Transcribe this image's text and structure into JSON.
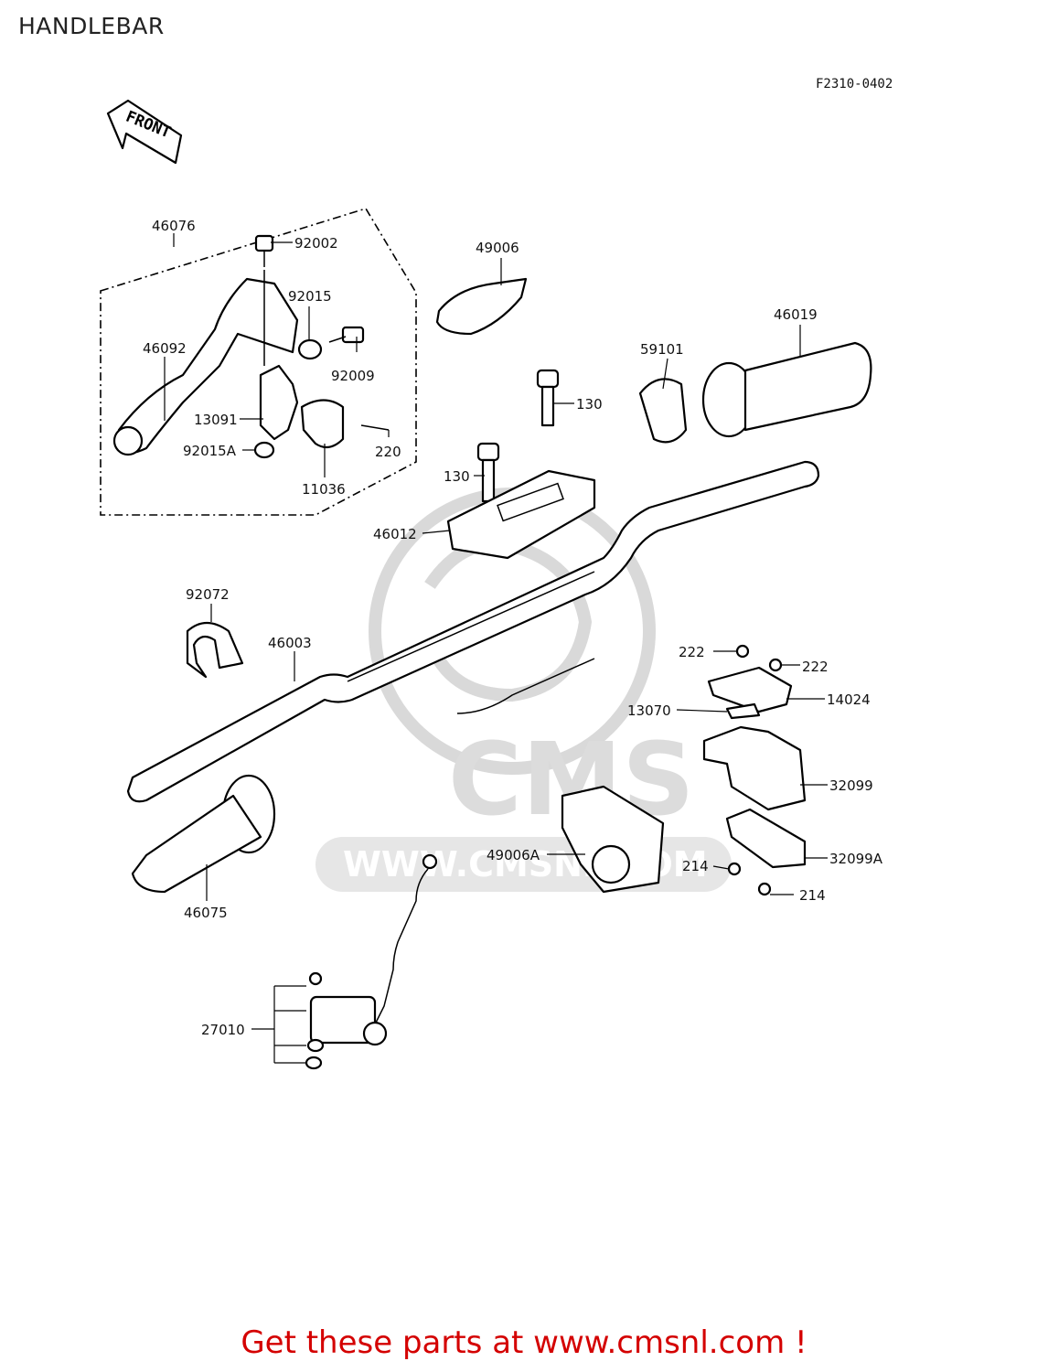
{
  "title": "HANDLEBAR",
  "figure_code": "F2310-0402",
  "front_label": "FRONT",
  "watermark": {
    "brand": "CMS",
    "url_text": "WWW.CMSNL.COM"
  },
  "cta": "Get these parts at www.cmsnl.com !",
  "colors": {
    "cta": "#d40000",
    "watermark": "#dcdcdc",
    "line": "#000000"
  },
  "parts": [
    {
      "id": "p46076",
      "number": "46076"
    },
    {
      "id": "p92002",
      "number": "92002"
    },
    {
      "id": "p92015",
      "number": "92015"
    },
    {
      "id": "p46092",
      "number": "46092"
    },
    {
      "id": "p92009",
      "number": "92009"
    },
    {
      "id": "p13091",
      "number": "13091"
    },
    {
      "id": "p220",
      "number": "220"
    },
    {
      "id": "p92015A",
      "number": "92015A"
    },
    {
      "id": "p11036",
      "number": "11036"
    },
    {
      "id": "p49006",
      "number": "49006"
    },
    {
      "id": "p46019",
      "number": "46019"
    },
    {
      "id": "p59101",
      "number": "59101"
    },
    {
      "id": "p130a",
      "number": "130"
    },
    {
      "id": "p130b",
      "number": "130"
    },
    {
      "id": "p46012",
      "number": "46012"
    },
    {
      "id": "p92072",
      "number": "92072"
    },
    {
      "id": "p46003",
      "number": "46003"
    },
    {
      "id": "p222a",
      "number": "222"
    },
    {
      "id": "p222b",
      "number": "222"
    },
    {
      "id": "p14024",
      "number": "14024"
    },
    {
      "id": "p13070",
      "number": "13070"
    },
    {
      "id": "p32099",
      "number": "32099"
    },
    {
      "id": "p49006A",
      "number": "49006A"
    },
    {
      "id": "p32099A",
      "number": "32099A"
    },
    {
      "id": "p214a",
      "number": "214"
    },
    {
      "id": "p214b",
      "number": "214"
    },
    {
      "id": "p46075",
      "number": "46075"
    },
    {
      "id": "p27010",
      "number": "27010"
    }
  ]
}
